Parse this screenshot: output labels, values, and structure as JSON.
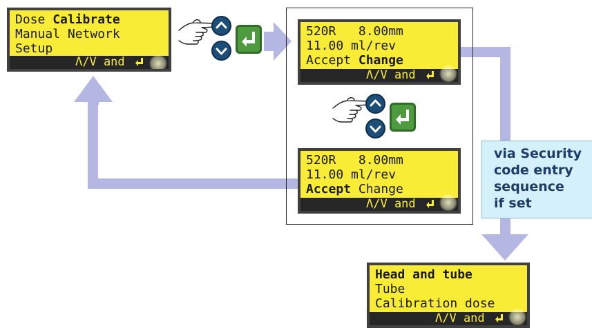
{
  "screens": {
    "main_menu": {
      "line1_a": "Dose ",
      "line1_b": "Calibrate",
      "line2": "Manual Network",
      "line3": "Setup",
      "nav": "Λ/V and"
    },
    "calibration_change": {
      "line1": "520R   8.00mm",
      "line2": "11.00 ml/rev",
      "line3_a": "Accept ",
      "line3_b": "Change",
      "nav": "Λ/V and"
    },
    "calibration_accept": {
      "line1": "520R   8.00mm",
      "line2": "11.00 ml/rev",
      "line3_a": "Accept",
      "line3_b": " Change",
      "nav": "Λ/V and"
    },
    "head_and_tube": {
      "line1": "Head and tube",
      "line2": "Tube",
      "line3": "Calibration dose",
      "nav": "Λ/V and"
    }
  },
  "note": {
    "line1": "via Security",
    "line2": "code entry",
    "line3": "sequence",
    "line4": "if set"
  },
  "colors": {
    "lcd": "#f9ec37",
    "lcd_bezel": "#404040",
    "flow_arrow": "#b4b7e2",
    "key_round": "#1c4e77",
    "key_enter": "#4d9a3f",
    "note_bg": "#d4f0fb",
    "note_text": "#1e3a66"
  },
  "icons": [
    "hand-pointer-icon",
    "up-arrow-key-icon",
    "down-arrow-key-icon",
    "enter-key-icon"
  ]
}
